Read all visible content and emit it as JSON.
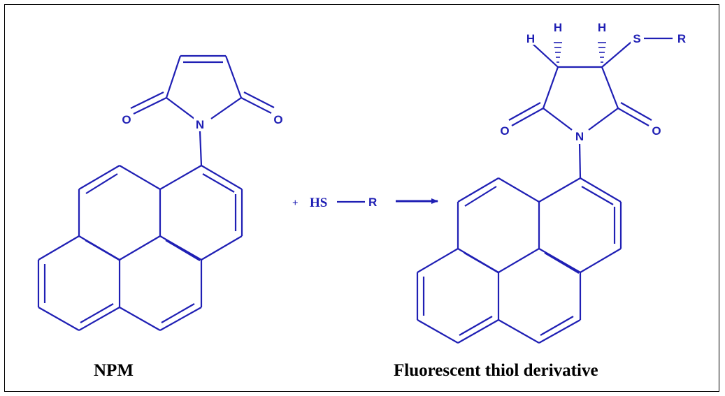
{
  "colors": {
    "bond": "#1f1fb4",
    "text": "#1f1fb4",
    "caption": "#000000",
    "border": "#000000"
  },
  "reactant": {
    "atoms": {
      "o_left": "O",
      "n": "N",
      "o_right": "O"
    },
    "caption": "NPM"
  },
  "reagent": {
    "plus": "+",
    "hs": "HS",
    "r": "R"
  },
  "product": {
    "atoms": {
      "h1": "H",
      "h2": "H",
      "h3": "H",
      "s": "S",
      "r": "R",
      "o_left": "O",
      "n": "N",
      "o_right": "O"
    },
    "caption": "Fluorescent thiol derivative"
  }
}
